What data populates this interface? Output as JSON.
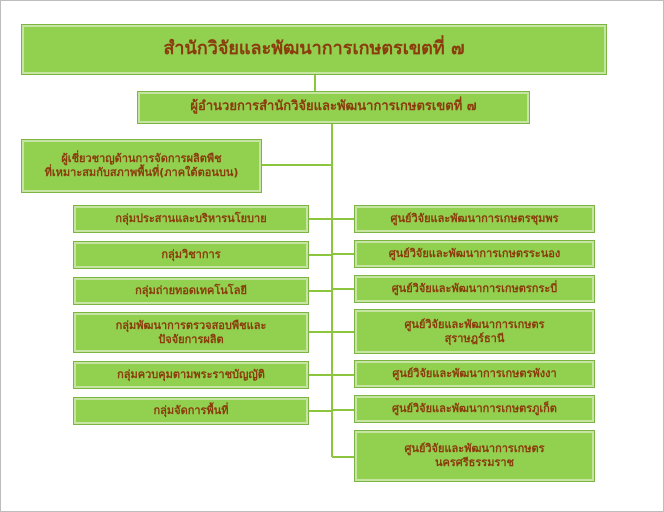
{
  "title": "สำนักวิจัยและพัฒนาการเกษตรเขตที่ ๗",
  "director": "ผู้อำนวยการสำนักวิจัยและพัฒนาการเกษตรเขตที่ ๗",
  "expert": {
    "line1": "ผู้เชี่ยวชาญด้านการจัดการผลิตพืช",
    "line2": "ที่เหมาะสมกับสภาพพื้นที่(ภาคใต้ตอนบน)"
  },
  "groups": [
    {
      "line1": "กลุ่มประสานและบริหารนโยบาย",
      "line2": ""
    },
    {
      "line1": "กลุ่มวิชาการ",
      "line2": ""
    },
    {
      "line1": "กลุ่มถ่ายทอดเทคโนโลยี",
      "line2": ""
    },
    {
      "line1": "กลุ่มพัฒนาการตรวจสอบพืชและ",
      "line2": "ปัจจัยการผลิต"
    },
    {
      "line1": "กลุ่มควบคุมตามพระราชบัญญัติ",
      "line2": ""
    },
    {
      "line1": "กลุ่มจัดการพื้นที่",
      "line2": ""
    }
  ],
  "centers": [
    {
      "line1": "ศูนย์วิจัยและพัฒนาการเกษตรชุมพร",
      "line2": ""
    },
    {
      "line1": "ศูนย์วิจัยและพัฒนาการเกษตรระนอง",
      "line2": ""
    },
    {
      "line1": "ศูนย์วิจัยและพัฒนาการเกษตรกระบี่",
      "line2": ""
    },
    {
      "line1": "ศูนย์วิจัยและพัฒนาการเกษตร",
      "line2": "สุราษฎร์ธานี"
    },
    {
      "line1": "ศูนย์วิจัยและพัฒนาการเกษตรพังงา",
      "line2": ""
    },
    {
      "line1": "ศูนย์วิจัยและพัฒนาการเกษตรภูเก็ต",
      "line2": ""
    },
    {
      "line1": "ศูนย์วิจัยและพัฒนาการเกษตร",
      "line2": "นครศรีธรรมราช"
    }
  ],
  "colors": {
    "box_fill": "#92d050",
    "box_text": "#8a3c0c",
    "connector": "#8cc63f"
  }
}
